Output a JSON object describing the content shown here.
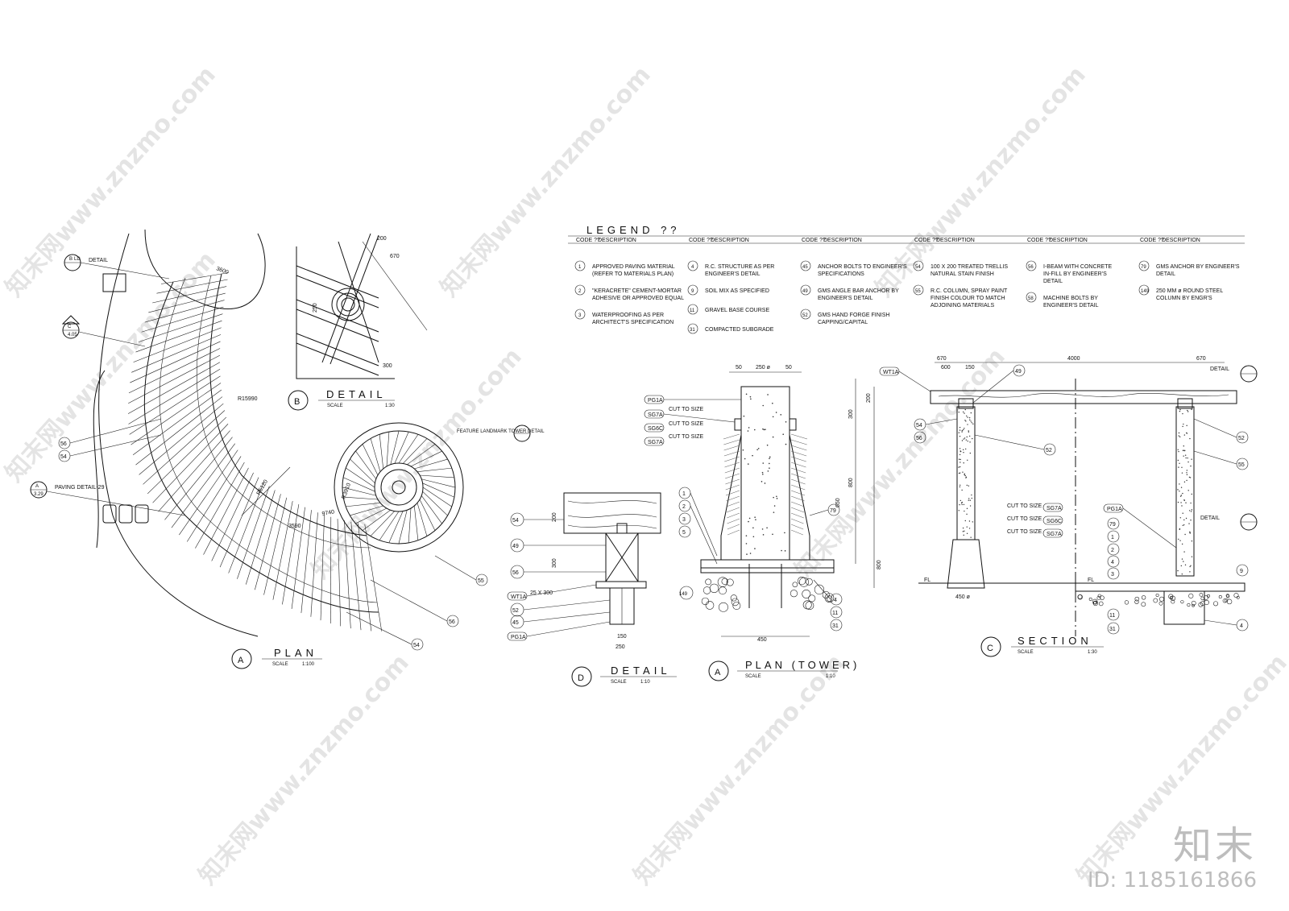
{
  "legend": {
    "title": "LEGEND ??",
    "col_code": "CODE ??",
    "col_desc": "DESCRIPTION",
    "items": [
      {
        "code": "1",
        "text": "APPROVED PAVING MATERIAL (REFER TO MATERIALS PLAN)"
      },
      {
        "code": "2",
        "text": "\"KERACRETE\" CEMENT-MORTAR ADHESIVE OR APPROVED EQUAL"
      },
      {
        "code": "3",
        "text": "WATERPROOFING AS PER ARCHITECT'S SPECIFICATION"
      },
      {
        "code": "4",
        "text": "R.C. STRUCTURE AS PER ENGINEER'S DETAIL"
      },
      {
        "code": "9",
        "text": "SOIL MIX AS SPECIFIED"
      },
      {
        "code": "11",
        "text": "GRAVEL BASE COURSE"
      },
      {
        "code": "31",
        "text": "COMPACTED SUBGRADE"
      },
      {
        "code": "45",
        "text": "ANCHOR BOLTS TO ENGINEER'S SPECIFICATIONS"
      },
      {
        "code": "49",
        "text": "GMS ANGLE BAR ANCHOR BY ENGINEER'S DETAIL"
      },
      {
        "code": "52",
        "text": "GMS HAND FORGE FINISH CAPPING/CAPITAL"
      },
      {
        "code": "54",
        "text": "100 X 200 TREATED TRELLIS NATURAL STAIN FINISH"
      },
      {
        "code": "55",
        "text": "R.C. COLUMN, SPRAY PAINT FINISH COLOUR TO MATCH ADJOINING MATERIALS"
      },
      {
        "code": "56",
        "text": "I-BEAM WITH CONCRETE IN-FILL BY ENGINEER'S DETAIL"
      },
      {
        "code": "58",
        "text": "MACHINE BOLTS BY ENGINEER'S DETAIL"
      },
      {
        "code": "79",
        "text": "GMS ANCHOR BY ENGINEER'S DETAIL"
      },
      {
        "code": "149",
        "text": "250 MM ø ROUND STEEL COLUMN BY ENGR'S"
      }
    ]
  },
  "views": {
    "plan_a": {
      "letter": "A",
      "title": "PLAN",
      "scale_label": "SCALE",
      "scale": "1:100"
    },
    "detail_b": {
      "letter": "B",
      "title": "DETAIL",
      "scale_label": "SCALE",
      "scale": "1:30"
    },
    "detail_d": {
      "letter": "D",
      "title": "DETAIL",
      "scale_label": "SCALE",
      "scale": "1:10"
    },
    "plan_tower": {
      "letter": "A",
      "title": "PLAN (TOWER)",
      "scale_label": "SCALE",
      "scale": "1:10"
    },
    "section_c": {
      "letter": "C",
      "title": "SECTION",
      "scale_label": "SCALE",
      "scale": "1:30"
    }
  },
  "annotations": {
    "feature_tower": "FEATURE LANDMARK TOWER DETAIL",
    "paving_detail": "PAVING DETAIL-29",
    "detail": "DETAIL",
    "cut_to_size": "CUT TO SIZE",
    "fl": "FL",
    "r15990": "R15990",
    "r3910": "R3910",
    "r5120": "R5120",
    "d9740": "9740",
    "d3590": "3590",
    "d3600": "3600",
    "d4000": "4000",
    "d670": "670",
    "d600": "600",
    "d450": "450",
    "d250": "250",
    "d150": "150",
    "d50": "50",
    "d800": "800",
    "d650": "650",
    "d300": "300",
    "d200": "200",
    "d25x300": "25 X 300",
    "d450phi": "450 ø",
    "d250phi": "250 ø",
    "tag_pg1a": "PG1A",
    "tag_sg7a": "SG7A",
    "tag_sg6c": "SG6C",
    "tag_wt1a": "WT1A"
  },
  "brand": {
    "logo": "知末",
    "id": "ID: 1185161866"
  },
  "watermark": "知末网www.znzmo.com"
}
